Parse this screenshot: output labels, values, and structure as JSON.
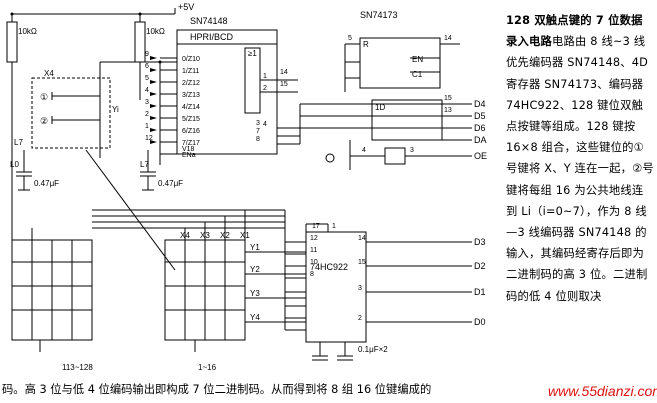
{
  "labels": {
    "vcc": "+5V",
    "r1": "10kΩ",
    "r2": "10kΩ",
    "ic1": "SN74148",
    "ic1_title": "HPRI/BCD",
    "ic1_pins": [
      "0/Z10",
      "1/Z11",
      "2/Z12",
      "3/Z13",
      "4/Z14",
      "5/Z15",
      "6/Z16",
      "7/Z17",
      "V18",
      "ENa"
    ],
    "ic1_sym": "≥1",
    "ic1_out": [
      "1",
      "2",
      "4"
    ],
    "ic2": "SN74173",
    "ic2_pins": [
      "R",
      "EN",
      "C1",
      "1D"
    ],
    "ic3": "74HC922",
    "outputs": [
      "D4",
      "D5",
      "D6",
      "DA",
      "OE"
    ],
    "dout": [
      "D3",
      "D2",
      "D1",
      "D0"
    ],
    "x4": "X4",
    "yi": "Yi",
    "l7a": "L7",
    "l0": "L0",
    "l7b": "L7",
    "cap1": "0.47μF",
    "cap2": "0.47μF",
    "cap3": "0.1μF×2",
    "key1": "①",
    "key2": "②",
    "xcols": [
      "X4",
      "X3",
      "X2",
      "X1"
    ],
    "yrows": [
      "Y1",
      "Y2",
      "Y3",
      "Y4"
    ],
    "range1": "113~128",
    "range2": "1~16",
    "pin_nums": [
      "9",
      "6",
      "5",
      "4",
      "3",
      "2",
      "1",
      "12",
      "14",
      "15",
      "8",
      "7",
      "3",
      "6",
      "5",
      "4",
      "3",
      "1",
      "2",
      "13",
      "12",
      "11",
      "10",
      "8",
      "7",
      "16",
      "17",
      "1",
      "2",
      "3",
      "4",
      "14",
      "15",
      "13",
      "4",
      "3",
      "9",
      "11",
      "1",
      "2",
      "2",
      "12",
      "5",
      "9"
    ]
  },
  "sidebar": {
    "title": "128 双触点键的 7 位数据录入电路",
    "body": "电路由 8 线~3 线优先编码器 SN74148、4D 寄存器 SN74173、编码器 74HC922、128 键位双触点按键等组成。128 键按 16×8 组合，这些键位的①号键将 X、Y 连在一起，②号键将每组 16 为公共地线连到 Li（i=0~7），作为 8 线—3 线编码器 SN74148 的输入，其编码经寄存后即为二进制码的高 3 位。二进制码的低 4 位则取决"
  },
  "footer": {
    "text": "码。高 3 位与低 4 位编码输出即构成 7 位二进制码。从而得到将 8 组 16 位键编成的",
    "watermark": "www.55dianzi.com"
  }
}
